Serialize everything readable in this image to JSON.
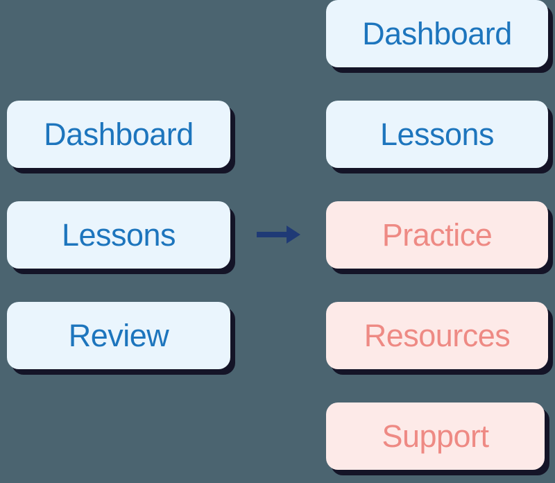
{
  "diagram": {
    "type": "before-after-navigation-comparison",
    "background_color": "#4b6470",
    "connector": {
      "icon": "right-arrow-icon",
      "color": "#1f3a76"
    },
    "palette": {
      "blue_fill": "#eaf5fd",
      "blue_text": "#1d75bd",
      "pink_fill": "#fdeae8",
      "pink_text": "#ee8a84",
      "shadow": "#141427"
    },
    "before": {
      "items": [
        {
          "label": "Dashboard",
          "variant": "blue"
        },
        {
          "label": "Lessons",
          "variant": "blue"
        },
        {
          "label": "Review",
          "variant": "blue"
        }
      ]
    },
    "after": {
      "items": [
        {
          "label": "Dashboard",
          "variant": "blue"
        },
        {
          "label": "Lessons",
          "variant": "blue"
        },
        {
          "label": "Practice",
          "variant": "pink"
        },
        {
          "label": "Resources",
          "variant": "pink"
        },
        {
          "label": "Support",
          "variant": "pink"
        }
      ]
    }
  }
}
